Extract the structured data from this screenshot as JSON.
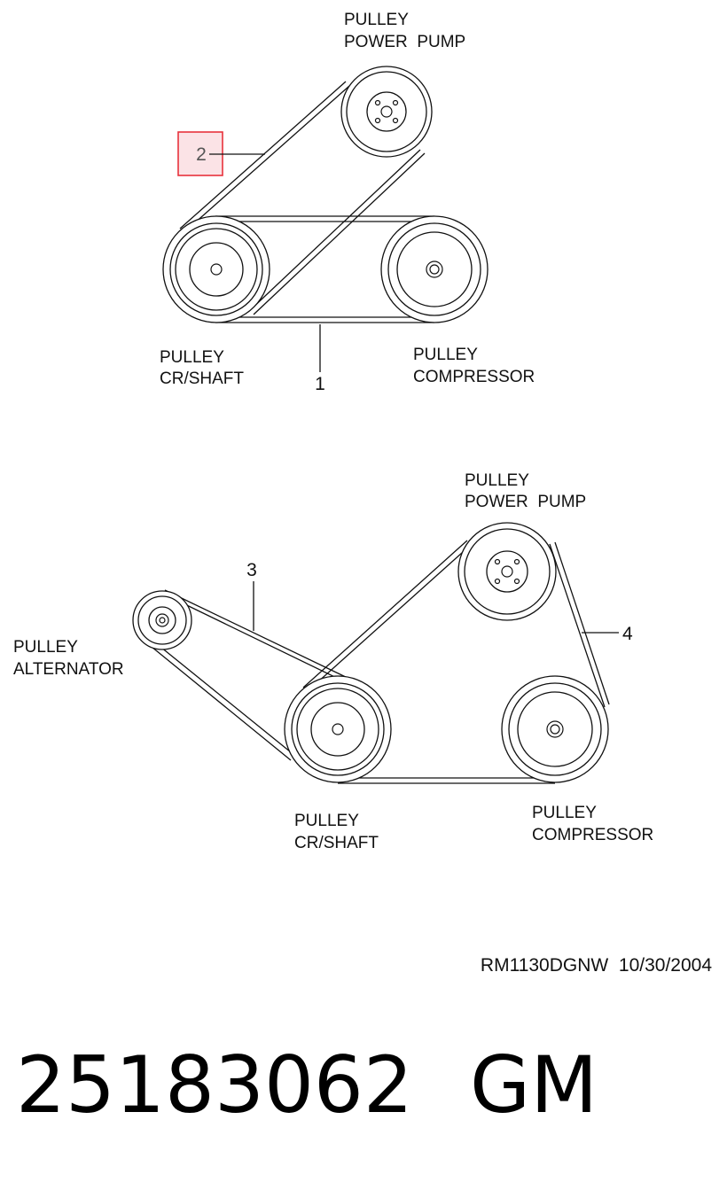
{
  "diagram_top": {
    "power_pump_label": [
      "PULLEY",
      "POWER  PUMP"
    ],
    "crankshaft_label": [
      "PULLEY",
      "CR/SHAFT"
    ],
    "compressor_label": [
      "PULLEY",
      "COMPRESSOR"
    ],
    "callout_belt_1": "1",
    "callout_belt_2": "2",
    "highlight_color": "#e8323c"
  },
  "diagram_bottom": {
    "power_pump_label": [
      "PULLEY",
      "POWER  PUMP"
    ],
    "alternator_label": [
      "PULLEY",
      "ALTERNATOR"
    ],
    "crankshaft_label": [
      "PULLEY",
      "CR/SHAFT"
    ],
    "compressor_label": [
      "PULLEY",
      "COMPRESSOR"
    ],
    "callout_belt_3": "3",
    "callout_belt_4": "4"
  },
  "footer": {
    "drawing_ref": "RM1130DGNW  10/30/2004",
    "part_number": "25183062",
    "brand": "GM"
  }
}
